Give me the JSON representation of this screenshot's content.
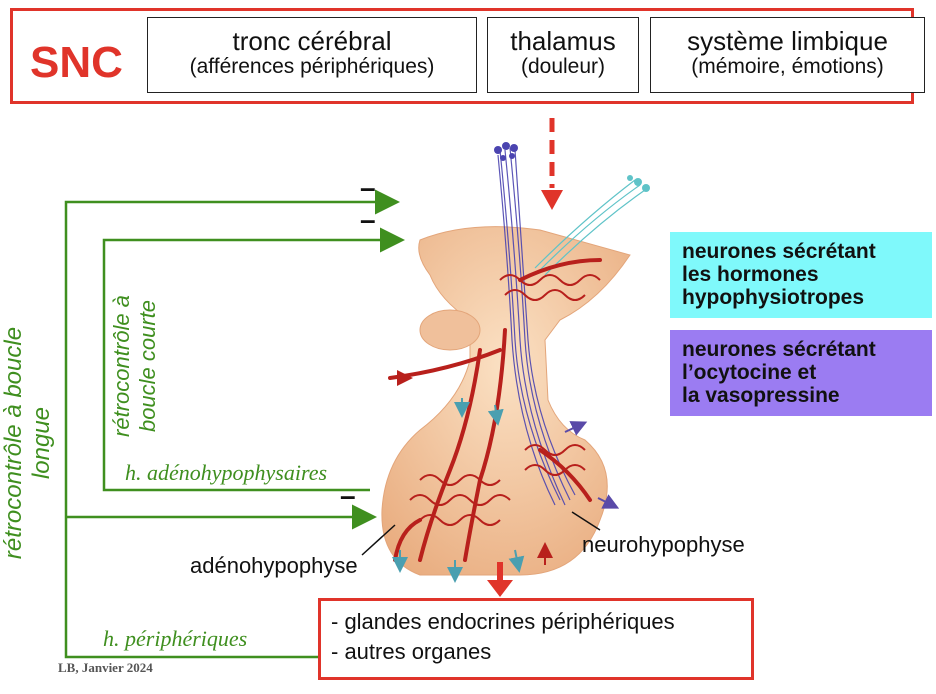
{
  "snc": {
    "label": "SNC"
  },
  "regions": {
    "tronc": {
      "title": "tronc cérébral",
      "sub": "(afférences périphériques)"
    },
    "thalamus": {
      "title": "thalamus",
      "sub": "(douleur)"
    },
    "limbique": {
      "title": "système limbique",
      "sub": "(mémoire, émotions)"
    }
  },
  "legend": {
    "cyan": {
      "lines": [
        "neurones sécrétant",
        "les hormones",
        "hypophysiotropes"
      ],
      "color": "#7ff9fb"
    },
    "purple": {
      "lines": [
        "neurones sécrétant",
        "l’ocytocine et",
        "la vasopressine"
      ],
      "color": "#9b7cf2"
    }
  },
  "feedback": {
    "long_label": "rétrocontrôle à boucle longue",
    "short_label_1": "rétrocontrôle à",
    "short_label_2": "boucle courte",
    "h_adeno": "h. adénohypophysaires",
    "h_periph": "h. périphériques",
    "minus": "–"
  },
  "labels": {
    "adeno": "adénohypophyse",
    "neuro": "neurohypophyse"
  },
  "output": {
    "line1": "- glandes endocrines périphériques",
    "line2": "- autres organes"
  },
  "footer": "LB, Janvier 2024",
  "colors": {
    "red": "#e0342a",
    "green": "#3f8f1f",
    "tissue": "#f3c9a2",
    "vessel": "#b8201c"
  }
}
